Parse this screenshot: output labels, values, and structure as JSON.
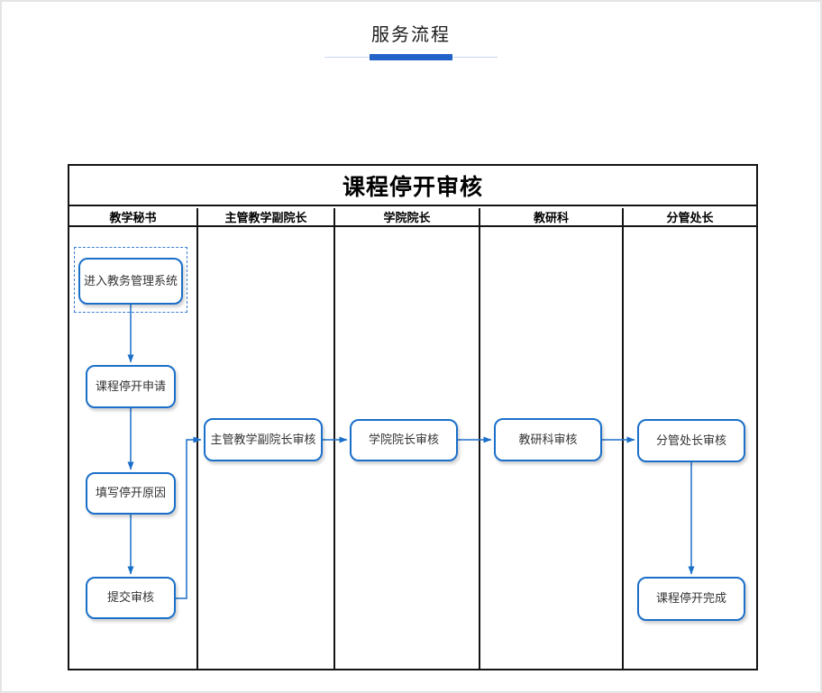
{
  "page": {
    "title": "服务流程"
  },
  "diagram": {
    "title": "课程停开审核",
    "lanes": [
      "教学秘书",
      "主管教学副院长",
      "学院院长",
      "教研科",
      "分管处长"
    ],
    "nodes": {
      "start": "进入教务管理系统",
      "apply": "课程停开申请",
      "reason": "填写停开原因",
      "submit": "提交审核",
      "vice_dean_review": "主管教学副院长审核",
      "dean_review": "学院院长审核",
      "research_review": "教研科审核",
      "director_review": "分管处长审核",
      "complete": "课程停开完成"
    },
    "edges": [
      {
        "from": "start",
        "to": "apply"
      },
      {
        "from": "apply",
        "to": "reason"
      },
      {
        "from": "reason",
        "to": "submit"
      },
      {
        "from": "submit",
        "to": "vice_dean_review"
      },
      {
        "from": "vice_dean_review",
        "to": "dean_review"
      },
      {
        "from": "dean_review",
        "to": "research_review"
      },
      {
        "from": "research_review",
        "to": "director_review"
      },
      {
        "from": "director_review",
        "to": "complete"
      }
    ]
  },
  "colors": {
    "node_border_blue": "#1a6fc9",
    "connector_blue": "#1a6fc9",
    "accent_bar_blue": "#2362c6",
    "underline_track": "#c9d7ee",
    "table_border": "#141414"
  }
}
